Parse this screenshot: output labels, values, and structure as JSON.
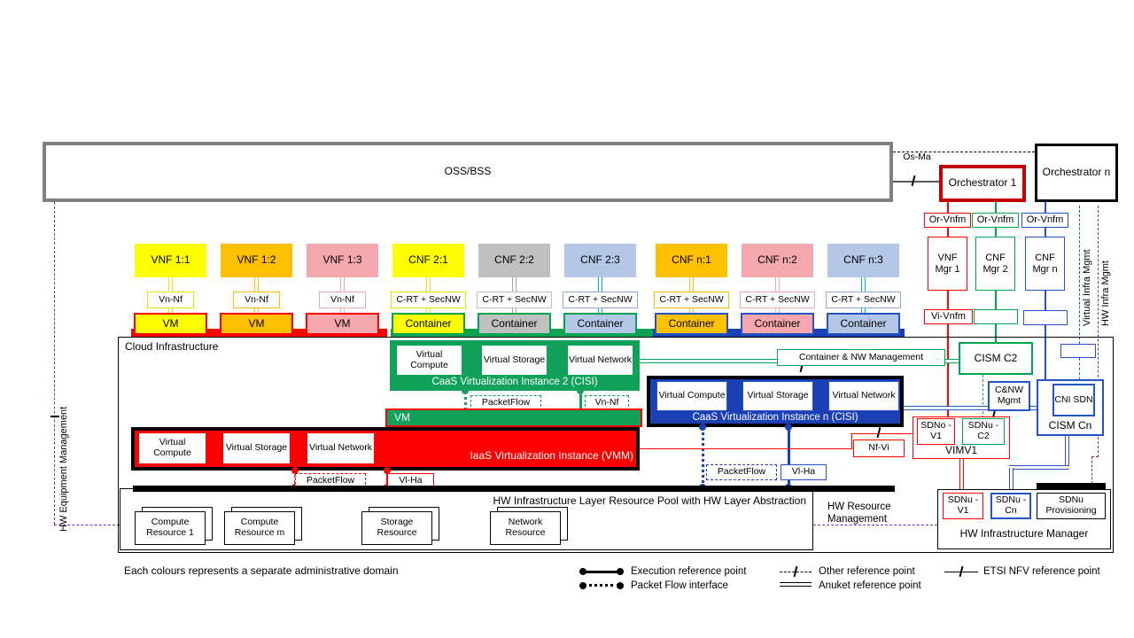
{
  "diagram": {
    "oss_bss": "OSS/BSS",
    "os_ma": "Os-Ma",
    "orchestrator_1": "Orchestrator 1",
    "orchestrator_n": "Orchestrator n",
    "or_vnfm_1": "Or-Vnfm",
    "or_vnfm_2": "Or-Vnfm",
    "or_vnfm_n": "Or-Vnfm",
    "vnf_mgr_1": "VNF Mgr 1",
    "cnf_mgr_2": "CNF Mgr 2",
    "cnf_mgr_n": "CNF Mgr n",
    "vi_vnfm": "Vi-Vnfm",
    "virtual_infra_mgmt": "Virtual Infra Mgmt",
    "hw_infra_mgmt": "HW Infra Mgmt",
    "hw_equipment_mgmt": "HW Equipment Management",
    "hw_resource_mgmt": "HW Resource Management",
    "cloud_label": "Cloud Infrastructure"
  },
  "stacks": [
    {
      "nf": "VNF 1:1",
      "ref": "Vn-Nf",
      "unit": "VM"
    },
    {
      "nf": "VNF 1:2",
      "ref": "Vn-Nf",
      "unit": "VM"
    },
    {
      "nf": "VNF 1:3",
      "ref": "Vn-Nf",
      "unit": "VM"
    },
    {
      "nf": "CNF 2:1",
      "ref": "C-RT + SecNW",
      "unit": "Container"
    },
    {
      "nf": "CNF 2:2",
      "ref": "C-RT + SecNW",
      "unit": "Container"
    },
    {
      "nf": "CNF 2:3",
      "ref": "C-RT + SecNW",
      "unit": "Container"
    },
    {
      "nf": "CNF n:1",
      "ref": "C-RT + SecNW",
      "unit": "Container"
    },
    {
      "nf": "CNF n:2",
      "ref": "C-RT + SecNW",
      "unit": "Container"
    },
    {
      "nf": "CNF n:3",
      "ref": "C-RT + SecNW",
      "unit": "Container"
    }
  ],
  "caas2": {
    "compute": "Virtual Compute",
    "storage": "Virtual Storage",
    "network": "Virtual Network",
    "title": "CaaS Virtualization Instance 2 (CISI)",
    "packetflow": "PacketFlow",
    "vn_nf": "Vn-Nf"
  },
  "vm_bar": "VM",
  "iaas": {
    "compute": "Virtual Compute",
    "storage": "Virtual Storage",
    "network": "Virtual Network",
    "title": "IaaS Virtualization Instance (VMM)",
    "packetflow": "PacketFlow",
    "vl_ha": "Vl-Ha"
  },
  "caasn": {
    "compute": "Virtual Compute",
    "storage": "Virtual Storage",
    "network": "Virtual Network",
    "title": "CaaS Virtualization Instance n (CISI)",
    "packetflow": "PacketFlow",
    "vl_ha": "Vl-Ha"
  },
  "right": {
    "container_nw_mgmt": "Container & NW Management",
    "cism_c2": "CISM C2",
    "cnw_mgmt": "C&NW Mgmt",
    "cni_sdn": "CNI SDN",
    "cism_cn": "CISM Cn",
    "sdno_v1": "SDNo -V1",
    "sdnu_c2": "SDNu -C2",
    "vimv1": "VIMV1",
    "nf_vi": "Nf-Vi"
  },
  "hw": {
    "pool_title": "HW Infrastructure Layer Resource Pool with HW Layer Abstraction",
    "resources": [
      "Compute Resource 1",
      "Compute Resource m",
      "Storage Resource",
      "Network Resource"
    ],
    "manager": "HW Infrastructure Manager",
    "sdnu_v1": "SDNu -V1",
    "sdnu_cn": "SDNu -Cn",
    "sdnu_provisioning": "SDNu Provisioning"
  },
  "legend": {
    "note": "Each colours represents a separate administrative domain",
    "execution": "Execution reference point",
    "packet_flow": "Packet Flow interface",
    "other": "Other reference point",
    "anuket": "Anuket reference point",
    "etsi": "ETSI NFV reference point"
  },
  "colors": {
    "yellow": "#FFFF00",
    "orange": "#FFC000",
    "pink": "#F4A7AC",
    "light_blue": "#B4C7E7",
    "gray": "#BFBFBF",
    "green": "#12A15B",
    "bright_green": "#00A550",
    "red": "#FF0000",
    "dark_red": "#C00000",
    "blue": "#1B3FB5",
    "cyan": "#00B0F0",
    "purple": "#7030A0"
  }
}
